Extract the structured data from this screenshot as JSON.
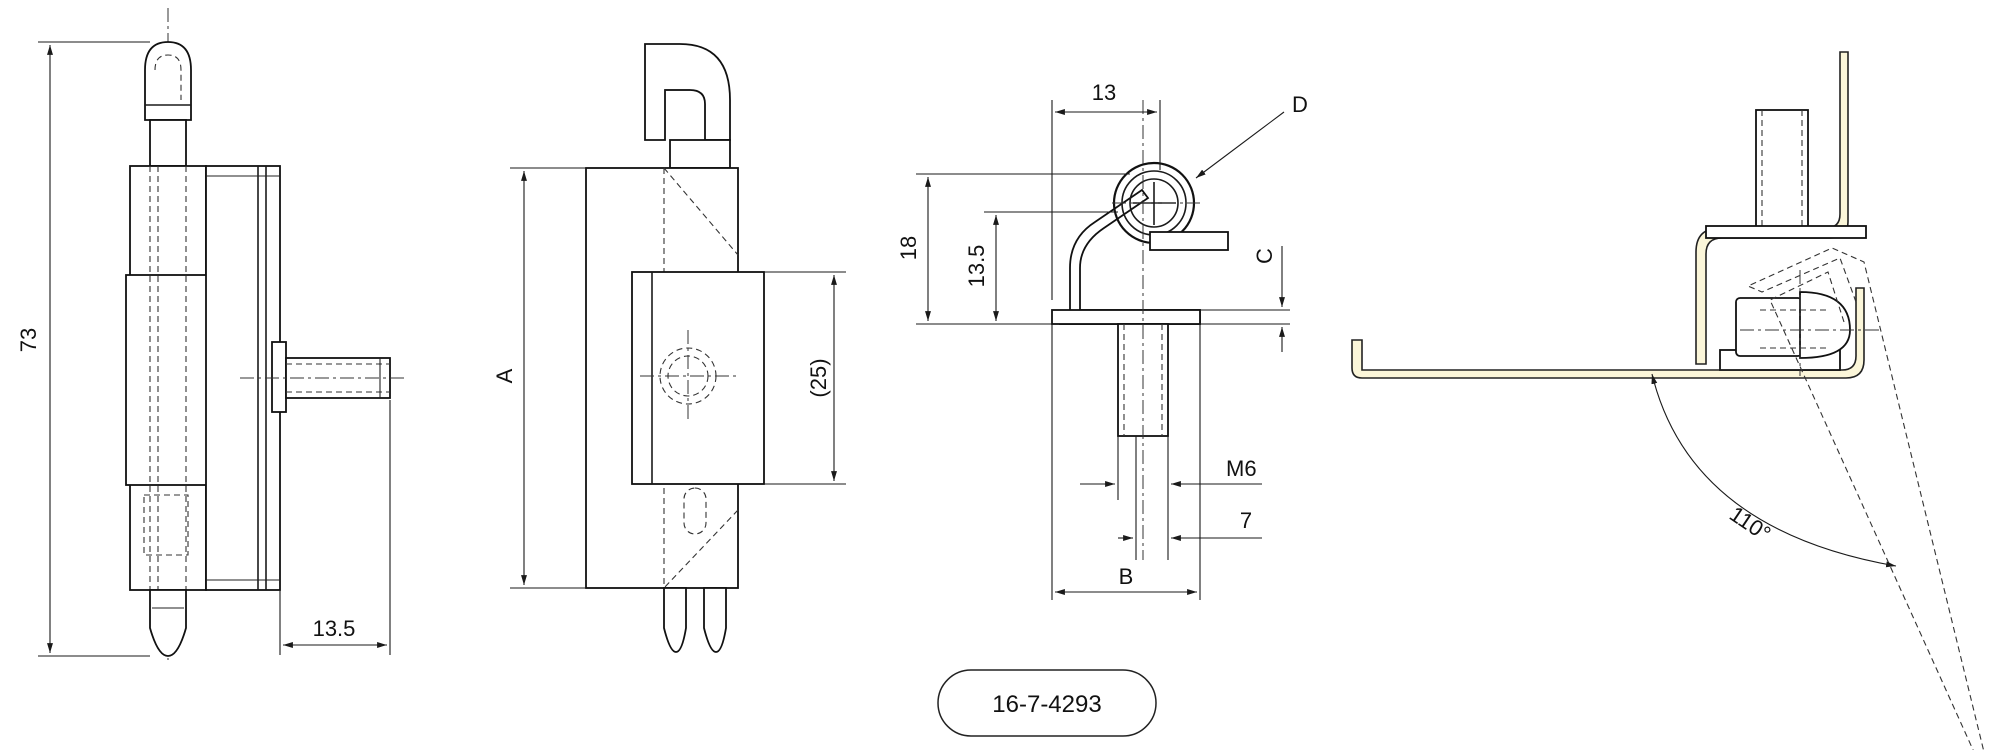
{
  "drawing_code": "16-7-4293",
  "dimensions": {
    "overall_height": "73",
    "front_offset": "13.5",
    "side_height": "A",
    "side_clearance": "(25)",
    "top_width": "13",
    "detail_d": "D",
    "height_18": "18",
    "height_13_5": "13.5",
    "dim_c": "C",
    "thread": "M6",
    "pin_width": "7",
    "dim_b": "B",
    "opening_angle": "110°"
  },
  "colors": {
    "line": "#1a1a1a",
    "sheet_metal": "#fbf6d9",
    "background": "#ffffff"
  }
}
